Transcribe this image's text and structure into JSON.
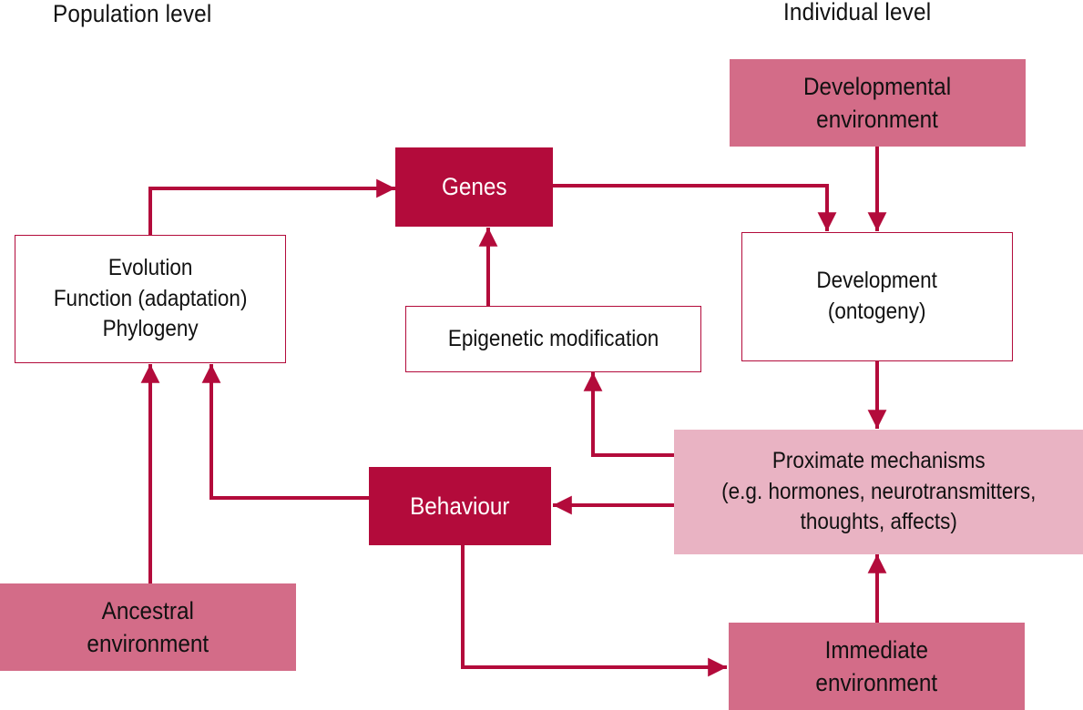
{
  "diagram": {
    "headers": {
      "population": "Population level",
      "individual": "Individual level"
    },
    "nodes": {
      "genes": "Genes",
      "evolution": "Evolution\nFunction (adaptation)\nPhylogeny",
      "epigenetic": "Epigenetic modification",
      "developmental_env": "Developmental\nenvironment",
      "development": "Development\n(ontogeny)",
      "proximate": "Proximate mechanisms\n(e.g. hormones, neurotransmitters,\nthoughts, affects)",
      "behaviour": "Behaviour",
      "ancestral_env": "Ancestral\nenvironment",
      "immediate_env": "Immediate\nenvironment"
    },
    "edges": [
      {
        "from": "Evolution",
        "to": "Genes"
      },
      {
        "from": "Genes",
        "to": "Development"
      },
      {
        "from": "Developmental environment",
        "to": "Development"
      },
      {
        "from": "Epigenetic modification",
        "to": "Genes"
      },
      {
        "from": "Development",
        "to": "Proximate mechanisms"
      },
      {
        "from": "Proximate mechanisms",
        "to": "Epigenetic modification"
      },
      {
        "from": "Proximate mechanisms",
        "to": "Behaviour"
      },
      {
        "from": "Behaviour",
        "to": "Evolution"
      },
      {
        "from": "Ancestral environment",
        "to": "Evolution"
      },
      {
        "from": "Behaviour",
        "to": "Immediate environment"
      },
      {
        "from": "Immediate environment",
        "to": "Proximate mechanisms"
      }
    ],
    "colors": {
      "dark": "#b30b3b",
      "medium": "#d36c88",
      "light": "#e9b3c3",
      "line": "#b30b3b"
    }
  }
}
